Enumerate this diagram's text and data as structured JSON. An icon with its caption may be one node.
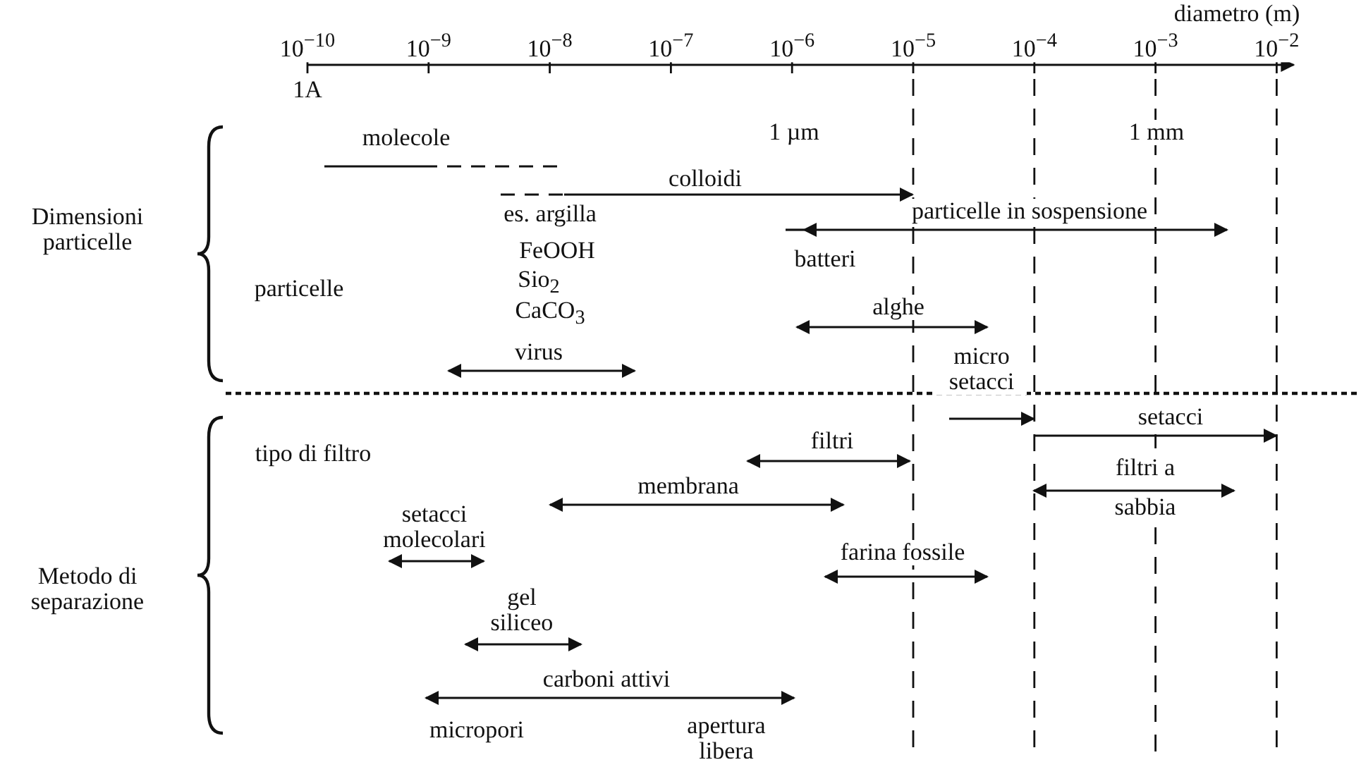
{
  "diagram": {
    "labels": [
      "diametro (m)",
      "10$^{−10}$",
      "10$^{−9}$",
      "10$^{−8}$",
      "10$^{−7}$",
      "10$^{−6}$",
      "10$^{−5}$",
      "10$^{−4}$",
      "10$^{−3}$",
      "10$^{−2}$",
      "1A",
      "molecole",
      "1 µm",
      "1 mm",
      "Dimensioni particelle",
      "colloidi",
      "es. argilla",
      "particelle in sospensione",
      "FeOOH",
      "batteri",
      "particelle",
      "Sio$_{2}$",
      "CaCO$_{3}$",
      "alghe",
      "virus",
      "micro setacci",
      "tipo di filtro",
      "setacci",
      "filtri",
      "filtri a sabbia",
      "membrana",
      "setacci molecolari",
      "Metodo di separazione",
      "farina fossile",
      "gel siliceo",
      "carboni attivi",
      "micropori",
      "apertura libera"
    ]
  }
}
